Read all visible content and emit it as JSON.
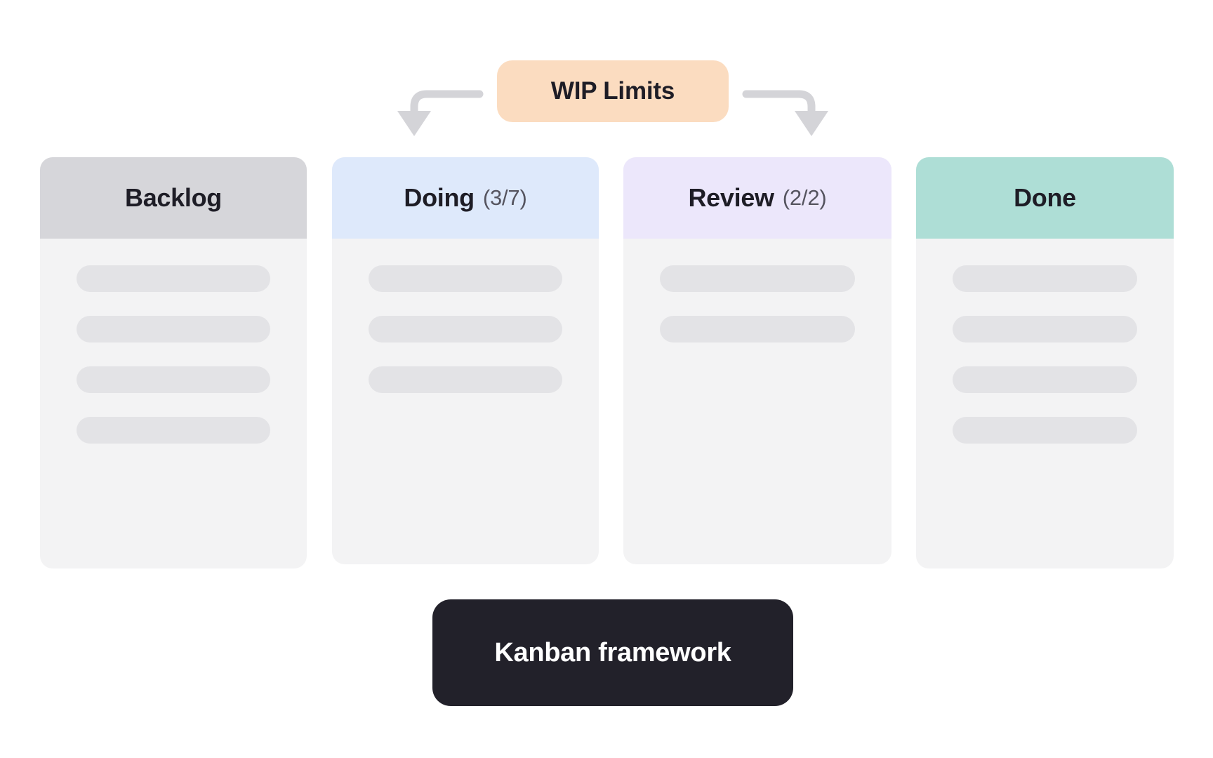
{
  "diagram": {
    "caption": "Kanban framework",
    "callout": {
      "label": "WIP Limits",
      "pill_color": "#fbdcc0",
      "text_color": "#1e1d26",
      "arrow_color": "#d4d4d8",
      "targets": [
        "Doing",
        "Review"
      ]
    },
    "board": {
      "card_color": "#e3e3e6",
      "column_body_color": "#f3f3f4",
      "columns": [
        {
          "id": "backlog",
          "title": "Backlog",
          "count": "",
          "header_color": "#d6d6da",
          "cards": 4,
          "wip_limited": false
        },
        {
          "id": "doing",
          "title": "Doing",
          "count": "(3/7)",
          "header_color": "#dee9fb",
          "cards": 3,
          "wip_limited": true
        },
        {
          "id": "review",
          "title": "Review",
          "count": "(2/2)",
          "header_color": "#ece7fb",
          "cards": 2,
          "wip_limited": true
        },
        {
          "id": "done",
          "title": "Done",
          "count": "",
          "header_color": "#aeded6",
          "cards": 4,
          "wip_limited": false
        }
      ]
    }
  }
}
